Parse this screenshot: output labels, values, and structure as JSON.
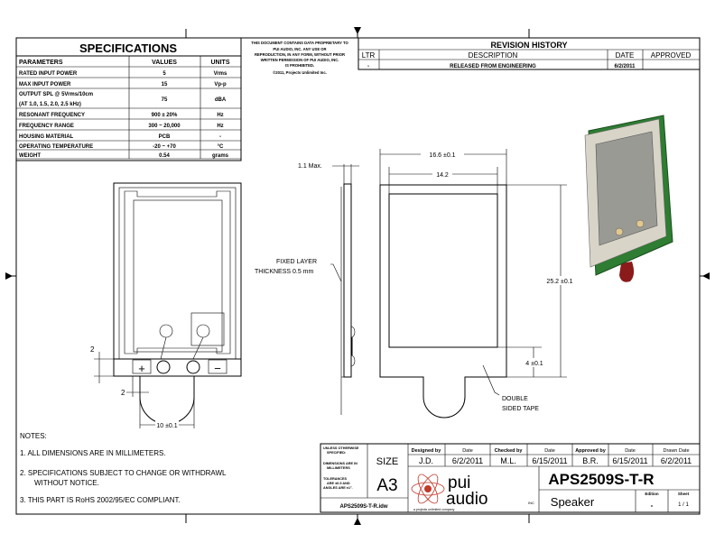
{
  "specifications": {
    "title": "SPECIFICATIONS",
    "headers": [
      "PARAMETERS",
      "VALUES",
      "UNITS"
    ],
    "rows": [
      {
        "parameter": "RATED INPUT POWER",
        "value": "5",
        "unit": "Vrms"
      },
      {
        "parameter": "MAX INPUT POWER",
        "value": "15",
        "unit": "Vp-p"
      },
      {
        "parameter": "OUTPUT SPL @ 5Vrms/10cm",
        "parameter2": "(AT 1.0, 1.5, 2.0, 2.5 kHz)",
        "value": "75",
        "unit": "dBA"
      },
      {
        "parameter": "RESONANT FREQUENCY",
        "value": "900 ± 20%",
        "unit": "Hz"
      },
      {
        "parameter": "FREQUENCY RANGE",
        "value": "300 ~ 20,000",
        "unit": "Hz"
      },
      {
        "parameter": "HOUSING MATERIAL",
        "value": "PCB",
        "unit": "-"
      },
      {
        "parameter": "OPERATING TEMPERATURE",
        "value": "-20 ~ +70",
        "unit": "°C"
      },
      {
        "parameter": "WEIGHT",
        "value": "0.54",
        "unit": "grams"
      }
    ]
  },
  "proprietary": {
    "lines": [
      "THIS DOCUMENT CONTAINS DATA PROPRIETARY TO",
      "PUI AUDIO, INC. ANY USE OR",
      "REPRODUCTION, IN ANY FORM, WITHOUT PRIOR",
      "WRITTEN PERMISSION OF PUI AUDIO, INC.",
      "IS PROHIBITED."
    ],
    "copyright": "©2011, Projects Unlimited Inc."
  },
  "revision_history": {
    "title": "REVISION HISTORY",
    "headers": [
      "LTR",
      "DESCRIPTION",
      "DATE",
      "APPROVED"
    ],
    "rows": [
      {
        "ltr": "-",
        "description": "RELEASED FROM ENGINEERING",
        "date": "6/2/2011",
        "approved": ""
      }
    ]
  },
  "dimensions": {
    "front_2_vertical": "2",
    "front_2_horizontal": "2",
    "tab_width": "10 ±0.1",
    "thickness": "1.1 Max.",
    "fixed_layer_1": "FIXED LAYER",
    "fixed_layer_2": "THICKNESS 0.5 mm",
    "overall_width": "16.6 ±0.1",
    "inner_width": "14.2",
    "overall_height": "25.2 ±0.1",
    "bottom_height": "4 ±0.1",
    "tape_1": "DOUBLE",
    "tape_2": "SIDED TAPE",
    "plus": "+",
    "minus": "−"
  },
  "notes": {
    "title": "NOTES:",
    "items": [
      "1. ALL DIMENSIONS ARE IN MILLIMETERS.",
      "2. SPECIFICATIONS SUBJECT TO CHANGE OR WITHDRAWL",
      "    WITHOUT NOTICE.",
      "3. THIS PART IS RoHS 2002/95/EC COMPLIANT."
    ]
  },
  "title_block": {
    "unless": [
      "UNLESS OTHERWISE",
      "SPECIFIED:",
      "DIMENSIONS ARE IN",
      "MILLIMETERS",
      "TOLERANCES",
      "ARE ±0.5 AND",
      "ANGLES ARE ±1°."
    ],
    "size_label": "SIZE",
    "size": "A3",
    "filename": "APS2509S-T-R.idw",
    "designed_by_label": "Designed by",
    "designed_by": "J.D.",
    "date1_label": "Date",
    "date1": "6/2/2011",
    "checked_by_label": "Checked by",
    "checked_by": "M.L.",
    "date2_label": "Date",
    "date2": "6/15/2011",
    "approved_by_label": "Approved by",
    "approved_by": "B.R.",
    "date3_label": "Date",
    "date3": "6/15/2011",
    "drawn_date_label": "Drawn Date",
    "drawn_date": "6/2/2011",
    "logo_1": "pui",
    "logo_2": "audio",
    "logo_inc": "INC",
    "logo_tag": "a projects unlimited company",
    "part_number": "APS2509S-T-R",
    "description": "Speaker",
    "edition_label": "Edition",
    "edition": "-",
    "sheet_label": "Sheet",
    "sheet": "1 / 1"
  }
}
